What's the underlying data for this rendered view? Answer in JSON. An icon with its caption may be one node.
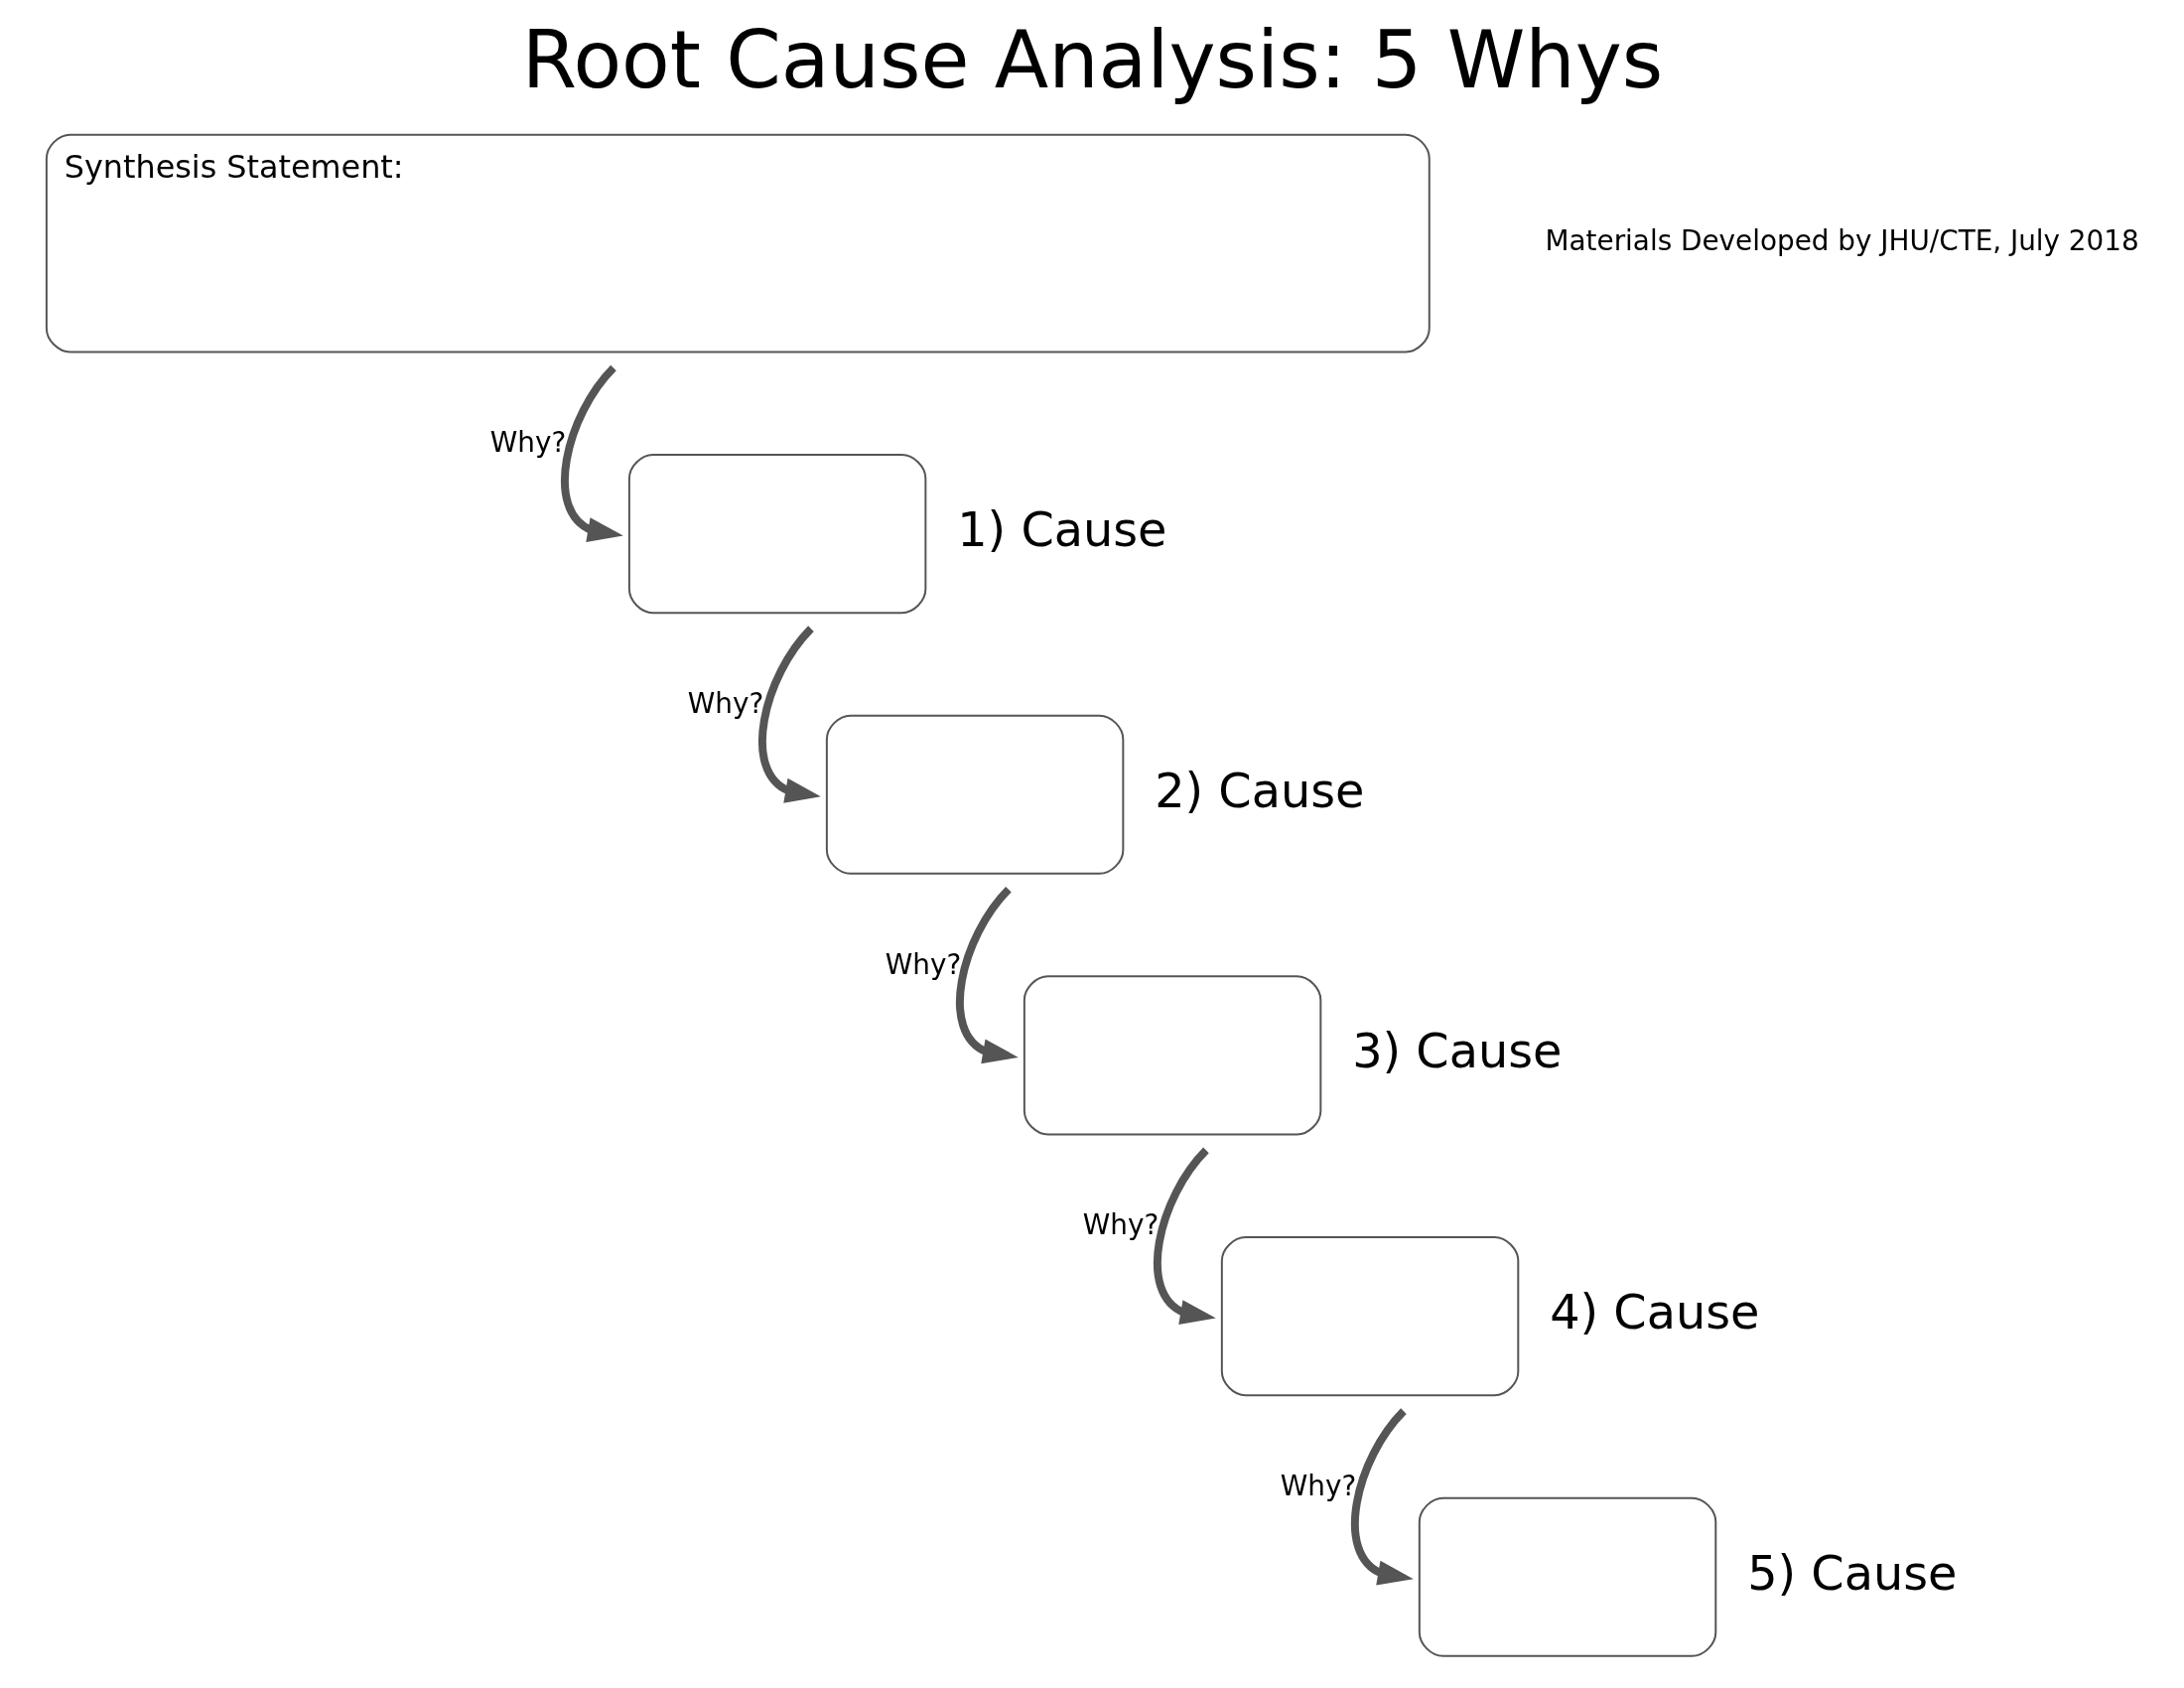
{
  "diagram": {
    "title": "Root Cause Analysis: 5 Whys",
    "nodes": [
      {
        "text": [
          "Synthesis Statement:"
        ]
      },
      {
        "text": [],
        "shape": "box",
        "beside": [
          "1) Cause"
        ]
      },
      {
        "text": [],
        "shape": "box",
        "beside": [
          "2) Cause"
        ]
      },
      {
        "text": [],
        "shape": "box",
        "beside": [
          "3) Cause"
        ]
      },
      {
        "text": [],
        "shape": "box",
        "beside": [
          "4) Cause"
        ]
      },
      {
        "text": [],
        "shape": "box",
        "beside": [
          "5) Cause"
        ]
      }
    ],
    "edges": [
      {
        "from": 0,
        "to": 1,
        "arrow": "to",
        "label": "Why?"
      },
      {
        "from": 1,
        "to": 2,
        "arrow": "to",
        "label": "Why?"
      },
      {
        "from": 2,
        "to": 3,
        "arrow": "to",
        "label": "Why?"
      },
      {
        "from": 3,
        "to": 4,
        "arrow": "to",
        "label": "Why?"
      },
      {
        "from": 4,
        "to": 5,
        "arrow": "to",
        "label": "Why?"
      }
    ],
    "labels": [
      "Materials Developed by JHU/CTE, July 2018"
    ]
  }
}
